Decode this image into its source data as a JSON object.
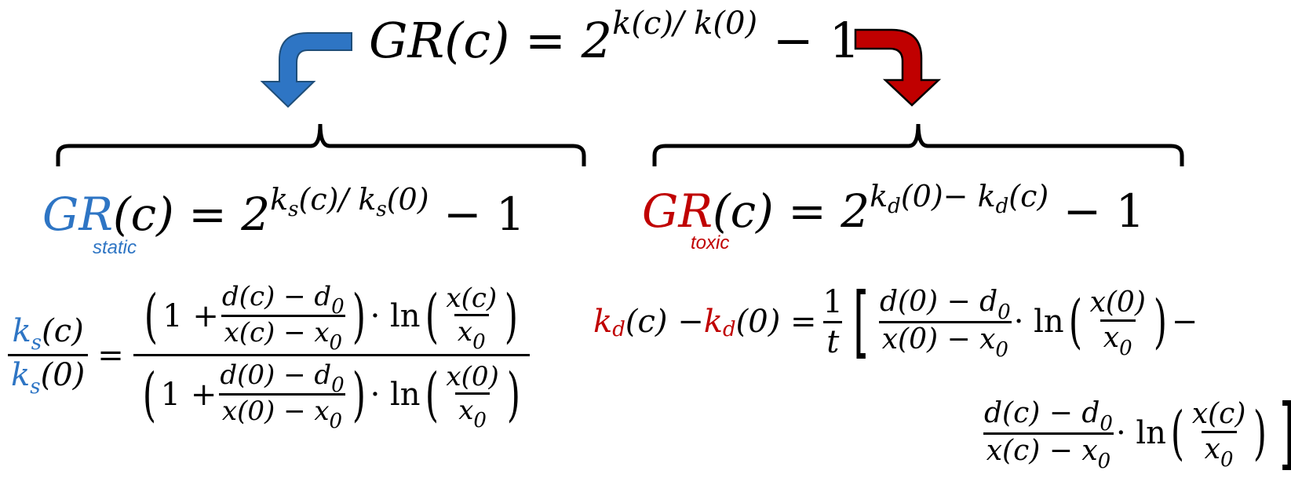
{
  "main_equation": {
    "lhs": "GR(c) = 2",
    "exponent": "k(c)/ k(0)",
    "tail": " − 1"
  },
  "static_branch": {
    "color": "#2e75c4",
    "gr": "GR",
    "gr_label": "static",
    "rhs_a": "(c) = 2",
    "exp_k1": "k",
    "exp_sub1": "s",
    "exp_mid": "(c)/ ",
    "exp_k2": "k",
    "exp_sub2": "s",
    "exp_end": "(0)",
    "tail": " − 1",
    "ratio_lhs_num_k": "k",
    "ratio_lhs_num_sub": "s",
    "ratio_lhs_num_arg": "(c)",
    "ratio_lhs_den_k": "k",
    "ratio_lhs_den_sub": "s",
    "ratio_lhs_den_arg": "(0)",
    "equals": "=",
    "top_one": "1 + ",
    "top_frac_num": "d(c) − d",
    "top_frac_num_sub": "0",
    "top_frac_den": "x(c) −  x",
    "top_frac_den_sub": "0",
    "dot_ln": " · ln",
    "top_log_num": "x(c)",
    "top_log_den": "x",
    "top_log_den_sub": "0",
    "bot_one": "1 + ",
    "bot_frac_num": "d(0) − d",
    "bot_frac_num_sub": "0",
    "bot_frac_den": "x(0) −  x",
    "bot_frac_den_sub": "0",
    "bot_log_num": "x(0)",
    "bot_log_den": "x",
    "bot_log_den_sub": "0"
  },
  "toxic_branch": {
    "color": "#c00000",
    "gr": "GR",
    "gr_label": "toxic",
    "rhs_a": "(c) = 2",
    "exp_k1": "k",
    "exp_sub1": "d",
    "exp_mid": "(0)− ",
    "exp_k2": "k",
    "exp_sub2": "d",
    "exp_end": "(c)",
    "tail": " − 1",
    "lhs_k1": "k",
    "lhs_sub1": "d",
    "lhs_arg1": "(c) − ",
    "lhs_k2": "k",
    "lhs_sub2": "d",
    "lhs_arg2": "(0) = ",
    "one": "1",
    "t": "t",
    "f1_num": "d(0) − d",
    "f1_num_sub": "0",
    "f1_den": "x(0) −  x",
    "f1_den_sub": "0",
    "dot_ln": " · ln",
    "l1_num": "x(0)",
    "l1_den": "x",
    "l1_den_sub": "0",
    "minus": " −",
    "f2_num": "d(c) − d",
    "f2_num_sub": "0",
    "f2_den": "x(c) −  x",
    "f2_den_sub": "0",
    "l2_num": "x(c)",
    "l2_den": "x",
    "l2_den_sub": "0"
  },
  "icons": [
    "blue-curved-arrow-icon",
    "red-curved-arrow-icon",
    "left-brace-icon",
    "right-brace-icon"
  ]
}
